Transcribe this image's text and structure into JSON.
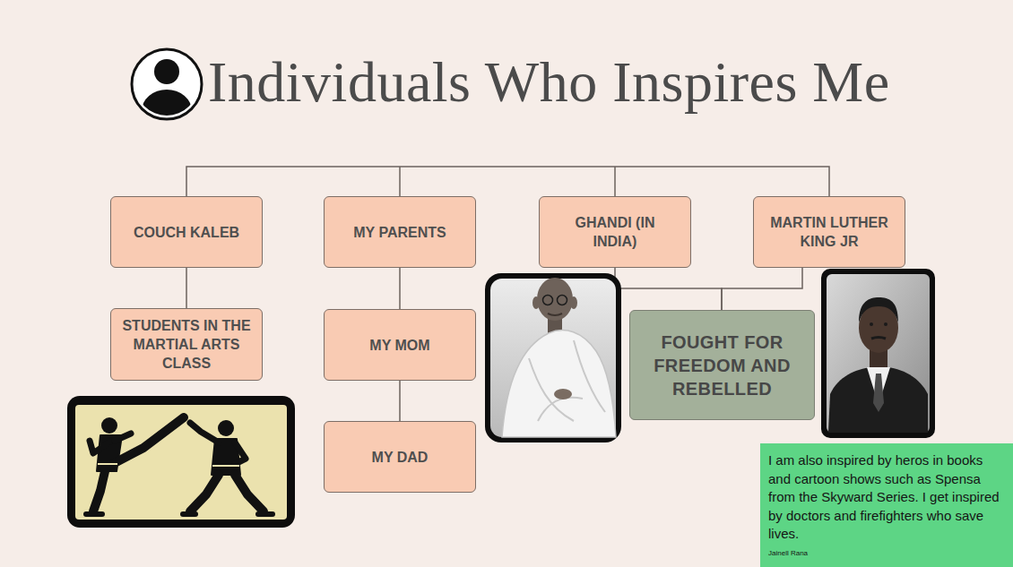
{
  "diagram": {
    "title": "Individuals Who Inspires Me",
    "nodes": [
      {
        "text": [
          "COUCH KALEB"
        ]
      },
      {
        "text": [
          "MY PARENTS"
        ]
      },
      {
        "text": [
          "GHANDI (IN INDIA)"
        ]
      },
      {
        "text": [
          "MARTIN LUTHER KING JR"
        ]
      },
      {
        "text": [
          "STUDENTS IN THE MARTIAL ARTS CLASS"
        ]
      },
      {
        "text": [
          "MY MOM"
        ]
      },
      {
        "text": [
          "FOUGHT FOR FREEDOM AND REBELLED"
        ]
      },
      {
        "text": [
          "MY DAD"
        ]
      },
      {
        "text": [
          "I am also inspired by heros in books and cartoon shows such as Spensa from the Skyward Series. I get inspired by doctors and firefighters who save lives.",
          "Jainell Rana"
        ]
      }
    ],
    "edges": [
      {
        "from": 0,
        "to": 4,
        "arrow": "none"
      },
      {
        "from": 1,
        "to": 5,
        "arrow": "none"
      },
      {
        "from": 5,
        "to": 7,
        "arrow": "none"
      },
      {
        "from": 2,
        "to": 6,
        "arrow": "none"
      },
      {
        "from": 3,
        "to": 6,
        "arrow": "none"
      }
    ]
  }
}
